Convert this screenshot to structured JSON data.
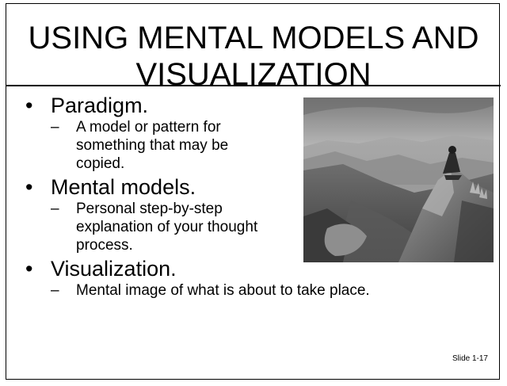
{
  "slide": {
    "title_line1": "USING MENTAL MODELS AND",
    "title_line2": "VISUALIZATION",
    "slide_number": "Slide 1-17"
  },
  "bullets": [
    {
      "text": "Paradigm.",
      "sub": [
        "A model or pattern for something that may be copied."
      ]
    },
    {
      "text": "Mental models.",
      "sub": [
        "Personal step-by-step explanation of your thought process."
      ]
    },
    {
      "text": "Visualization.",
      "sub": [
        "Mental image of what is about to take place."
      ]
    }
  ],
  "glyphs": {
    "bullet": "•",
    "dash": "–"
  },
  "image": {
    "icon": "mountain-landscape-photo",
    "tone": "grayscale"
  }
}
